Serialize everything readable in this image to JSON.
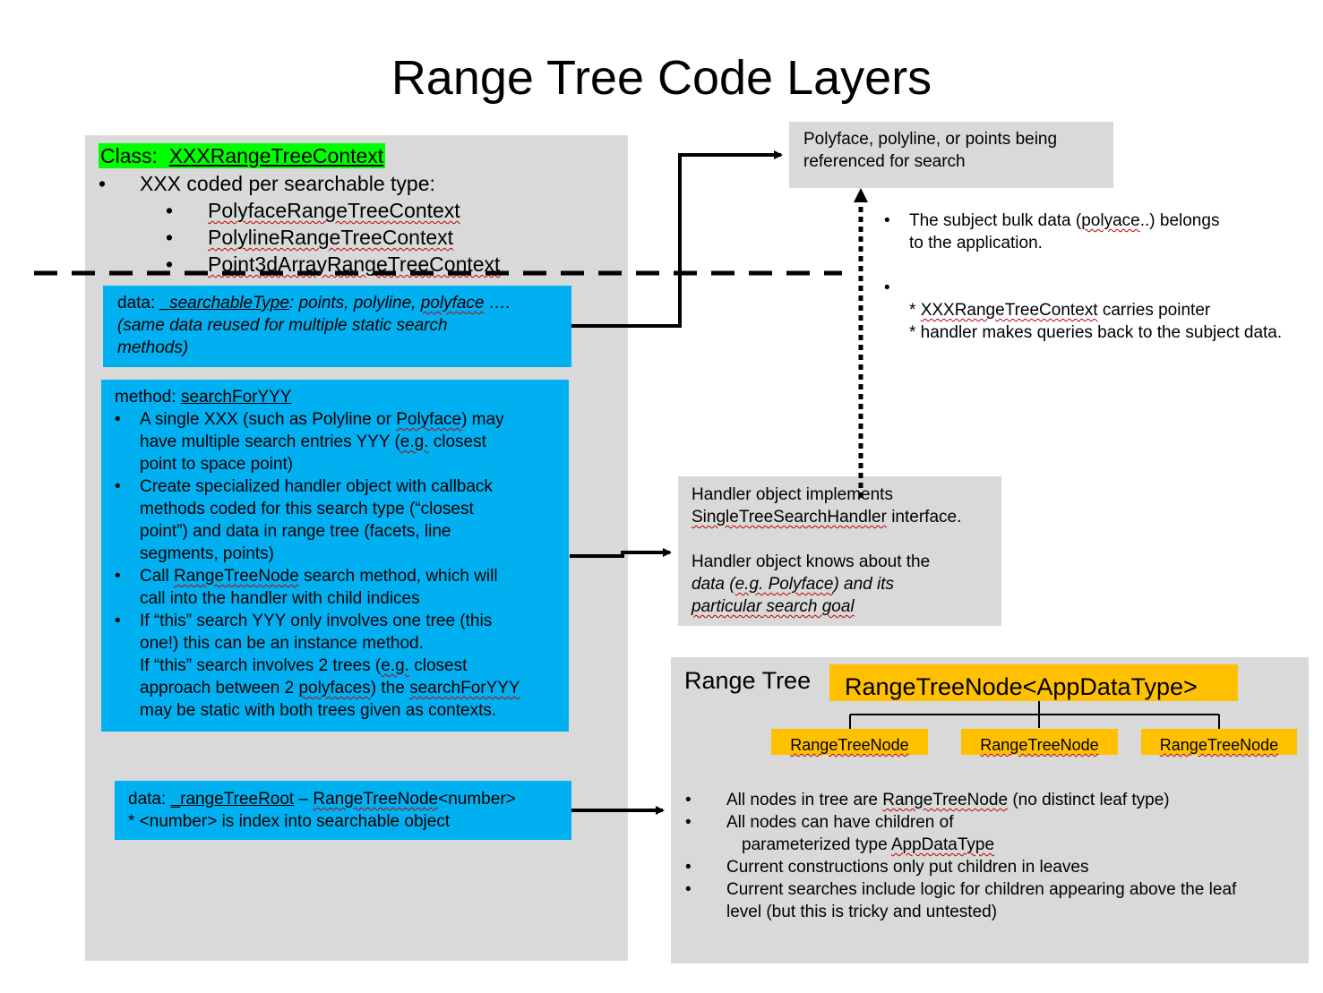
{
  "title": "Range Tree Code Layers",
  "context_panel": {
    "class_label": "Class:",
    "class_name": "XXXRangeTreeContext",
    "coded_line": "XXX coded per searchable type:",
    "types": [
      "PolyfaceRangeTreeContext",
      "PolylineRangeTreeContext",
      "Point3dArrayRangeTreeContext"
    ]
  },
  "searchable_box": {
    "prefix": "data:",
    "field": "_searchableType",
    "rest1": ": points, polyline,",
    "polyface": "polyface",
    "rest2": "….",
    "line2": "(same data reused for multiple static search",
    "line3": "methods)"
  },
  "method_box": {
    "prefix": "method:",
    "name": "searchForYYY",
    "b1_l1a": "A single XXX (such as Polyline or ",
    "b1_l1b": "Polyface",
    "b1_l1c": ") may",
    "b1_l2a": "have multiple search entries YYY (",
    "b1_l2b": "e.g.",
    "b1_l2c": " closest",
    "b1_l3": "point to space point)",
    "b2_l1": "Create specialized handler object with callback",
    "b2_l2": "methods coded for this search type (“closest",
    "b2_l3": "point”) and data in range tree (facets, line",
    "b2_l4": "segments, points)",
    "b3_l1a": "Call ",
    "b3_l1b": "RangeTreeNode",
    "b3_l1c": " search method, which will",
    "b3_l2": "call into the handler with child indices",
    "b4_l1": "If “this” search YYY only involves one tree (this",
    "b4_l2": "one!) this can be an instance method.",
    "b4_l3": "If “this” search involves 2 trees (",
    "b4_l3b": "e.g.",
    "b4_l3c": " closest",
    "b4_l4a": "approach between 2 ",
    "b4_l4b": "polyfaces",
    "b4_l4c": ") the ",
    "b4_l4d": "searchForYYY",
    "b4_l5": "may be static with both trees given as contexts."
  },
  "root_box": {
    "prefix": "data:",
    "field": "_rangeTreeRoot",
    "dash": " – ",
    "type": "RangeTreeNode",
    "generic": "<number>",
    "line2": "* <number> is index into searchable object"
  },
  "subject_box": {
    "line1": "Polyface, polyline, or points being",
    "line2": "referenced for search"
  },
  "subject_notes": {
    "n1_l1a": "The subject bulk data (",
    "n1_l1b": "polyace",
    "n1_l1c": "..) belongs",
    "n1_l2": "to the application.",
    "n2_l1a": "* ",
    "n2_l1b": "XXXRangeTreeContext",
    "n2_l1c": " carries pointer",
    "n2_l2": "* handler makes queries back to the subject data."
  },
  "handler_box": {
    "line1": "Handler object implements",
    "line2a": "SingleTreeSearchHandler",
    "line2b": " interface.",
    "line3": "Handler object knows about the",
    "line4a": "data (",
    "line4b": "e.g. Polyface",
    "line4c": ") and its",
    "line5": "particular search goal"
  },
  "range_tree": {
    "label": "Range Tree",
    "root": "RangeTreeNode<AppDataType>",
    "children": [
      "RangeTreeNode",
      "RangeTreeNode",
      "RangeTreeNode"
    ],
    "b1a": "All nodes in tree are ",
    "b1b": "RangeTreeNode",
    "b1c": " (no distinct leaf type)",
    "b2_l1": "All nodes can have children of",
    "b2_l2a": "parameterized type ",
    "b2_l2b": "AppDataType",
    "b3": "Current constructions only put children in leaves",
    "b4_l1": "Current searches include logic for children appearing above the leaf",
    "b4_l2": "level (but this is tricky and untested)"
  },
  "bullet": "•",
  "colors": {
    "panel_gray": "#d9d9d9",
    "blue_box": "#00b0f0",
    "highlight_green": "#00ff00",
    "node_orange": "#ffc000"
  }
}
